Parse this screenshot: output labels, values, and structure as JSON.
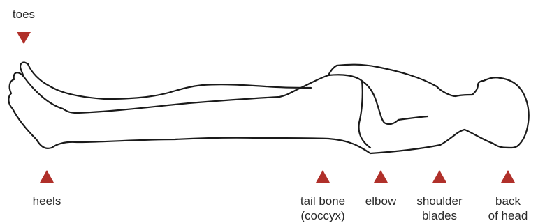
{
  "marker_color": "#b0302a",
  "outline_color": "#1a1a1a",
  "marker_icon": "down-triangle for top label, up-triangle for bottom labels",
  "labels": {
    "toes": "toes",
    "heels": "heels",
    "tailbone_line1": "tail bone",
    "tailbone_line2": "(coccyx)",
    "elbow": "elbow",
    "shoulder_line1": "shoulder",
    "shoulder_line2": "blades",
    "head_line1": "back",
    "head_line2": "of head"
  }
}
